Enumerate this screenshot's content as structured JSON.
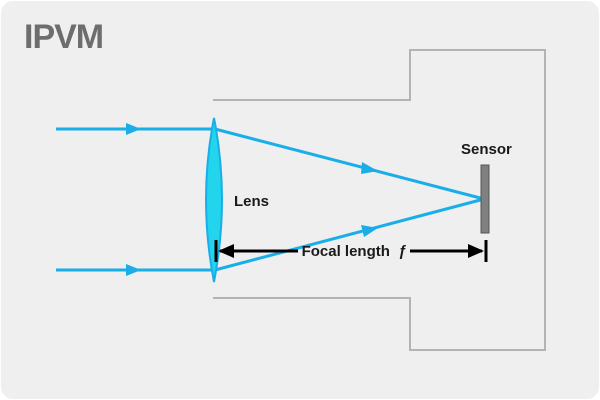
{
  "brand": {
    "logo_text": "IPVM"
  },
  "labels": {
    "lens": "Lens",
    "sensor": "Sensor",
    "focal_length": "Focal length",
    "focal_symbol": "ƒ"
  },
  "colors": {
    "background_panel": "#efefef",
    "ray": "#1aaee8",
    "lens_fill": "#22d4ec",
    "sensor_fill": "#808080",
    "camera_outline": "#b3b3b3",
    "text": "#1a1a1a",
    "logo": "#6d6d6d"
  }
}
